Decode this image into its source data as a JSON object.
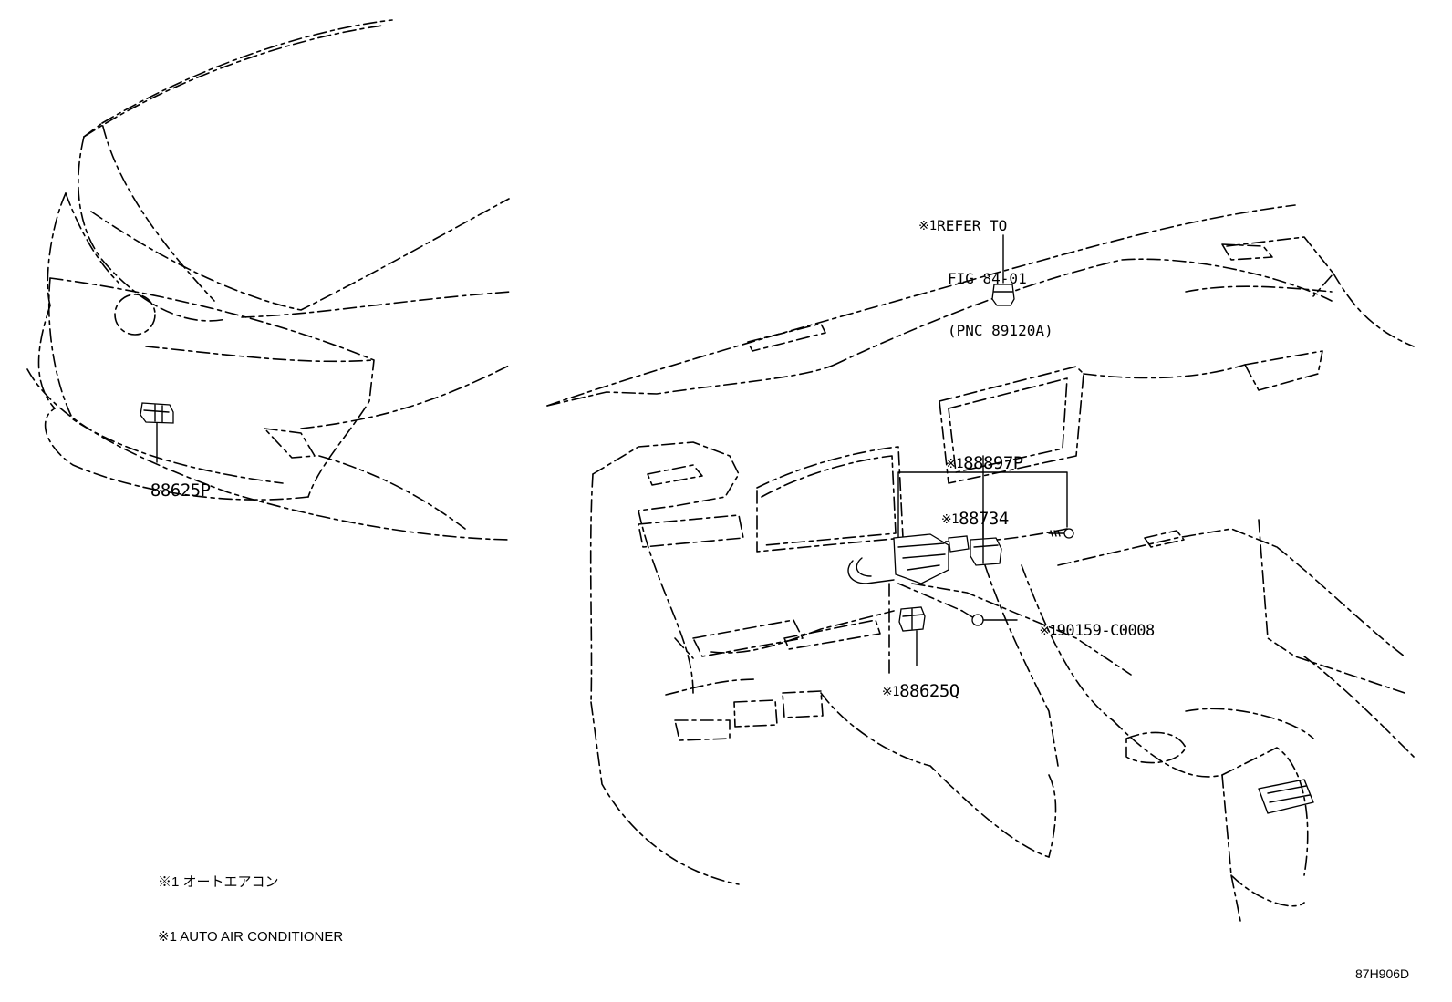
{
  "refer": {
    "mark": "※1",
    "line1": "REFER TO",
    "line2": "FIG 84-01",
    "line3": "(PNC 89120A)"
  },
  "callouts": {
    "p88625P": {
      "mark": "",
      "number": "88625P"
    },
    "p88897P": {
      "mark": "※1",
      "number": "88897P"
    },
    "p88734": {
      "mark": "※1",
      "number": "88734"
    },
    "p90159": {
      "mark": "※1",
      "number": "90159-C0008"
    },
    "p88625Q": {
      "mark": "※1",
      "number": "88625Q"
    }
  },
  "legend": {
    "line_jp": "※1 オートエアコン",
    "line_en": "※1 AUTO AIR CONDITIONER"
  },
  "figure_id": "87H906D"
}
